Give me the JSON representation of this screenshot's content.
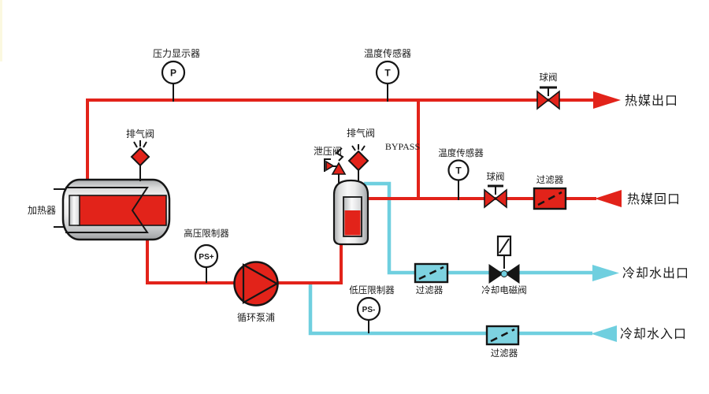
{
  "diagram": {
    "colors": {
      "hot_line": "#e2231a",
      "cool_line": "#6fcfdf",
      "cool_fill": "#7dd2e0",
      "outline": "#151515"
    },
    "gauges": {
      "pressure_display": {
        "label": "压力显示器",
        "tag": "P"
      },
      "temp_sensor_top": {
        "label": "温度传感器",
        "tag": "T"
      },
      "temp_sensor_return": {
        "label": "温度传感器",
        "tag": "T"
      },
      "high_pressure_limiter": {
        "label": "高压限制器",
        "tag": "PS+"
      },
      "low_pressure_limiter": {
        "label": "低压限制器",
        "tag": "PS-"
      }
    },
    "equipment": {
      "heater": "加热器",
      "pump": "循环泵浦",
      "exhaust_valve_heater": "排气阀",
      "exhaust_valve_tank": "排气阀",
      "relief_valve": "泄压阀",
      "bypass": "BYPASS",
      "ball_valve_top": "球阀",
      "ball_valve_return": "球阀",
      "filter_return": "过滤器",
      "filter_cooling_outlet": "过滤器",
      "filter_cooling_inlet": "过滤器",
      "cooling_solenoid_valve": "冷却电磁阀"
    },
    "ports": {
      "hot_media_outlet": "热媒出口",
      "hot_media_return": "热媒回口",
      "cooling_water_outlet": "冷却水出口",
      "cooling_water_inlet": "冷却水入口"
    }
  }
}
